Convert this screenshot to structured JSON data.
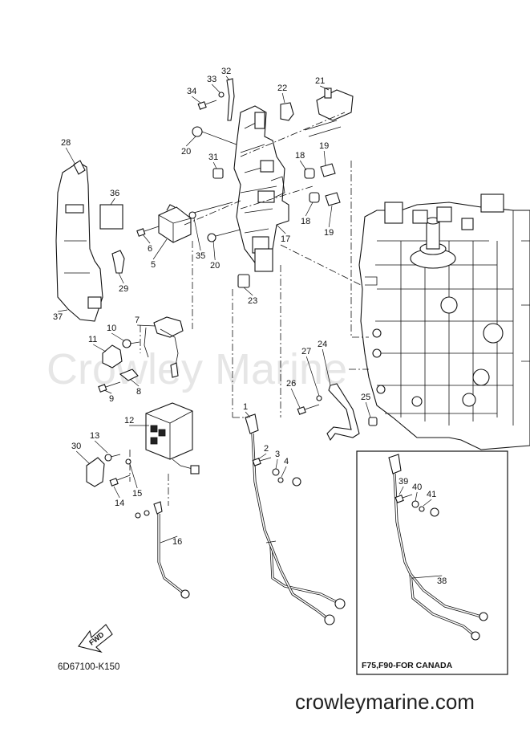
{
  "diagram": {
    "part_code": "6D67100-K150",
    "watermark": "Crowley Marine",
    "website": "crowleymarine.com",
    "inset_caption": "F75,F90-FOR CANADA",
    "direction_label": "FWD",
    "callouts": [
      {
        "id": "p1",
        "label": "1"
      },
      {
        "id": "p2",
        "label": "2"
      },
      {
        "id": "p3",
        "label": "3"
      },
      {
        "id": "p4",
        "label": "4"
      },
      {
        "id": "p5",
        "label": "5"
      },
      {
        "id": "p6",
        "label": "6"
      },
      {
        "id": "p7",
        "label": "7"
      },
      {
        "id": "p8",
        "label": "8"
      },
      {
        "id": "p9",
        "label": "9"
      },
      {
        "id": "p10",
        "label": "10"
      },
      {
        "id": "p11",
        "label": "11"
      },
      {
        "id": "p12",
        "label": "12"
      },
      {
        "id": "p13",
        "label": "13"
      },
      {
        "id": "p14",
        "label": "14"
      },
      {
        "id": "p15",
        "label": "15"
      },
      {
        "id": "p16",
        "label": "16"
      },
      {
        "id": "p17",
        "label": "17"
      },
      {
        "id": "p18a",
        "label": "18"
      },
      {
        "id": "p18b",
        "label": "18"
      },
      {
        "id": "p19a",
        "label": "19"
      },
      {
        "id": "p19b",
        "label": "19"
      },
      {
        "id": "p20a",
        "label": "20"
      },
      {
        "id": "p20b",
        "label": "20"
      },
      {
        "id": "p21",
        "label": "21"
      },
      {
        "id": "p22",
        "label": "22"
      },
      {
        "id": "p23",
        "label": "23"
      },
      {
        "id": "p24",
        "label": "24"
      },
      {
        "id": "p25",
        "label": "25"
      },
      {
        "id": "p26",
        "label": "26"
      },
      {
        "id": "p27",
        "label": "27"
      },
      {
        "id": "p28",
        "label": "28"
      },
      {
        "id": "p29",
        "label": "29"
      },
      {
        "id": "p30",
        "label": "30"
      },
      {
        "id": "p31",
        "label": "31"
      },
      {
        "id": "p32",
        "label": "32"
      },
      {
        "id": "p33",
        "label": "33"
      },
      {
        "id": "p34",
        "label": "34"
      },
      {
        "id": "p35",
        "label": "35"
      },
      {
        "id": "p36",
        "label": "36"
      },
      {
        "id": "p37",
        "label": "37"
      },
      {
        "id": "p38",
        "label": "38"
      },
      {
        "id": "p39",
        "label": "39"
      },
      {
        "id": "p40",
        "label": "40"
      },
      {
        "id": "p41",
        "label": "41"
      }
    ]
  }
}
